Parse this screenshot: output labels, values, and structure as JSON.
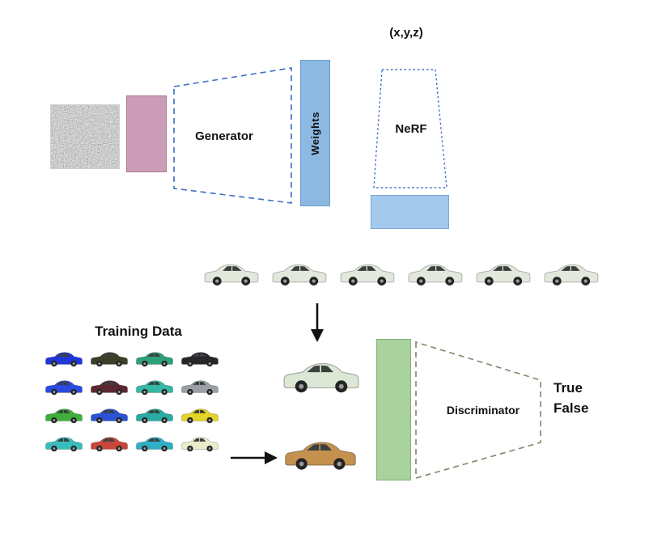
{
  "figure": {
    "coords_label": "(x,y,z)",
    "generator": {
      "label": "Generator",
      "stroke": "#3d6ec0"
    },
    "weights": {
      "label": "Weights",
      "fill": "#8cb9e2"
    },
    "nerf": {
      "label": "NeRF",
      "stroke": "#3d6ec0"
    },
    "nerf_output": {
      "fill": "#a3c9ec"
    },
    "latent_block": {
      "fill": "#cb9cb6"
    },
    "rendered_views": {
      "count": 6,
      "body_color": "#e2e9dc"
    },
    "training_data": {
      "label": "Training Data",
      "car_colors": [
        "#1f36d8",
        "#3c4028",
        "#2fa07c",
        "#26262b",
        "#2a4ae0",
        "#5c2730",
        "#35b8a6",
        "#9aa0a6",
        "#3fae3c",
        "#2a52d4",
        "#28aca4",
        "#e5d426",
        "#38bcbc",
        "#c8473a",
        "#30aec6",
        "#eaeccc"
      ]
    },
    "samples": {
      "generated_color": "#dde7d5",
      "real_color": "#c4914f"
    },
    "discriminator": {
      "label": "Discriminator",
      "stroke": "#8b8068",
      "bar_fill": "#a9d29e"
    },
    "outputs": {
      "line1": "True",
      "line2": "False"
    }
  }
}
